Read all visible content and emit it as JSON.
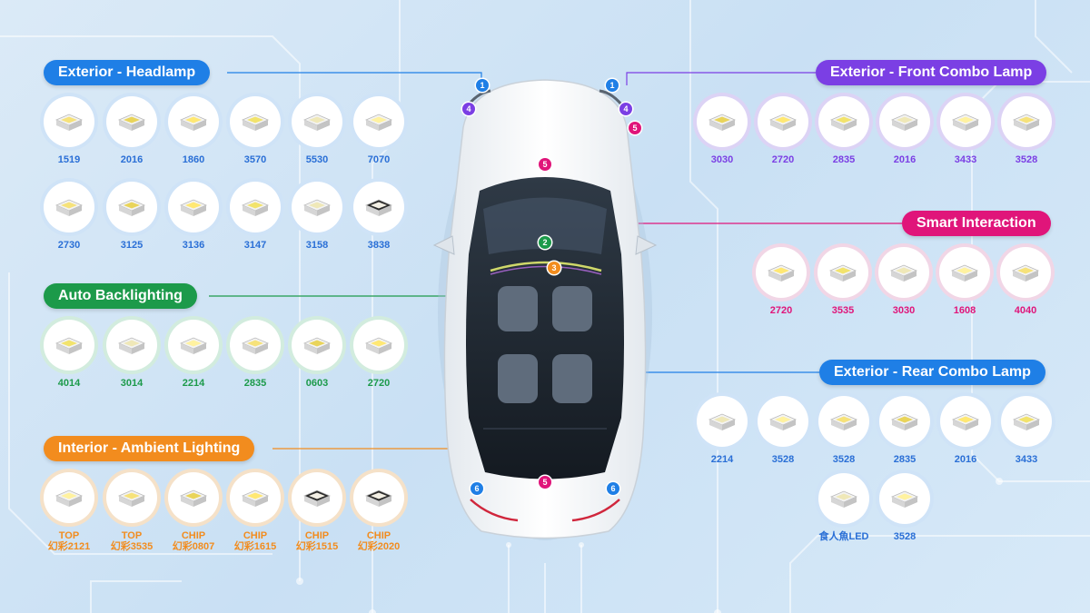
{
  "colors": {
    "blue": "#1f7fe6",
    "purple": "#7b3fe4",
    "magenta": "#e0157a",
    "green": "#1c9a4a",
    "orange": "#f28c1e",
    "headlamp_label": "#2a6fd6",
    "front_label": "#7b3fe4",
    "smart_label": "#e0157a",
    "backlight_label": "#1c9a4a",
    "ambient_label": "#f28c1e",
    "rear_label": "#2a6fd6"
  },
  "groups": [
    {
      "key": "headlamp",
      "title": "Exterior - Headlamp",
      "color": "#1f7fe6",
      "items": [
        "1519",
        "2016",
        "1860",
        "3570",
        "5530",
        "7070",
        "2730",
        "3125",
        "3136",
        "3147",
        "3158",
        "3838"
      ]
    },
    {
      "key": "front",
      "title": "Exterior - Front Combo Lamp",
      "color": "#7b3fe4",
      "items": [
        "3030",
        "2720",
        "2835",
        "2016",
        "3433",
        "3528"
      ]
    },
    {
      "key": "smart",
      "title": "Smart Interaction",
      "color": "#e0157a",
      "items": [
        "2720",
        "3535",
        "3030",
        "1608",
        "4040"
      ]
    },
    {
      "key": "backlight",
      "title": "Auto Backlighting",
      "color": "#1c9a4a",
      "items": [
        "4014",
        "3014",
        "2214",
        "2835",
        "0603",
        "2720"
      ]
    },
    {
      "key": "rear",
      "title": "Exterior - Rear Combo Lamp",
      "color": "#1f7fe6",
      "items": [
        "2214",
        "3528",
        "3528",
        "2835",
        "2016",
        "3433",
        "食人魚LED",
        "3528"
      ]
    },
    {
      "key": "ambient",
      "title": "Interior - Ambient Lighting",
      "color": "#f28c1e",
      "items": [
        "TOP|幻彩2121",
        "TOP|幻彩3535",
        "CHIP|幻彩0807",
        "CHIP|幻彩1615",
        "CHIP|幻彩1515",
        "CHIP|幻彩2020"
      ]
    }
  ],
  "markers": [
    {
      "text": "1",
      "color": "#1f7fe6"
    },
    {
      "text": "4",
      "color": "#7b3fe4"
    },
    {
      "text": "1",
      "color": "#1f7fe6"
    },
    {
      "text": "4",
      "color": "#7b3fe4"
    },
    {
      "text": "5",
      "color": "#e0157a"
    },
    {
      "text": "5",
      "color": "#e0157a"
    },
    {
      "text": "2",
      "color": "#1c9a4a"
    },
    {
      "text": "3",
      "color": "#f28c1e"
    },
    {
      "text": "5",
      "color": "#e0157a"
    },
    {
      "text": "6",
      "color": "#1f7fe6"
    },
    {
      "text": "6",
      "color": "#1f7fe6"
    }
  ]
}
